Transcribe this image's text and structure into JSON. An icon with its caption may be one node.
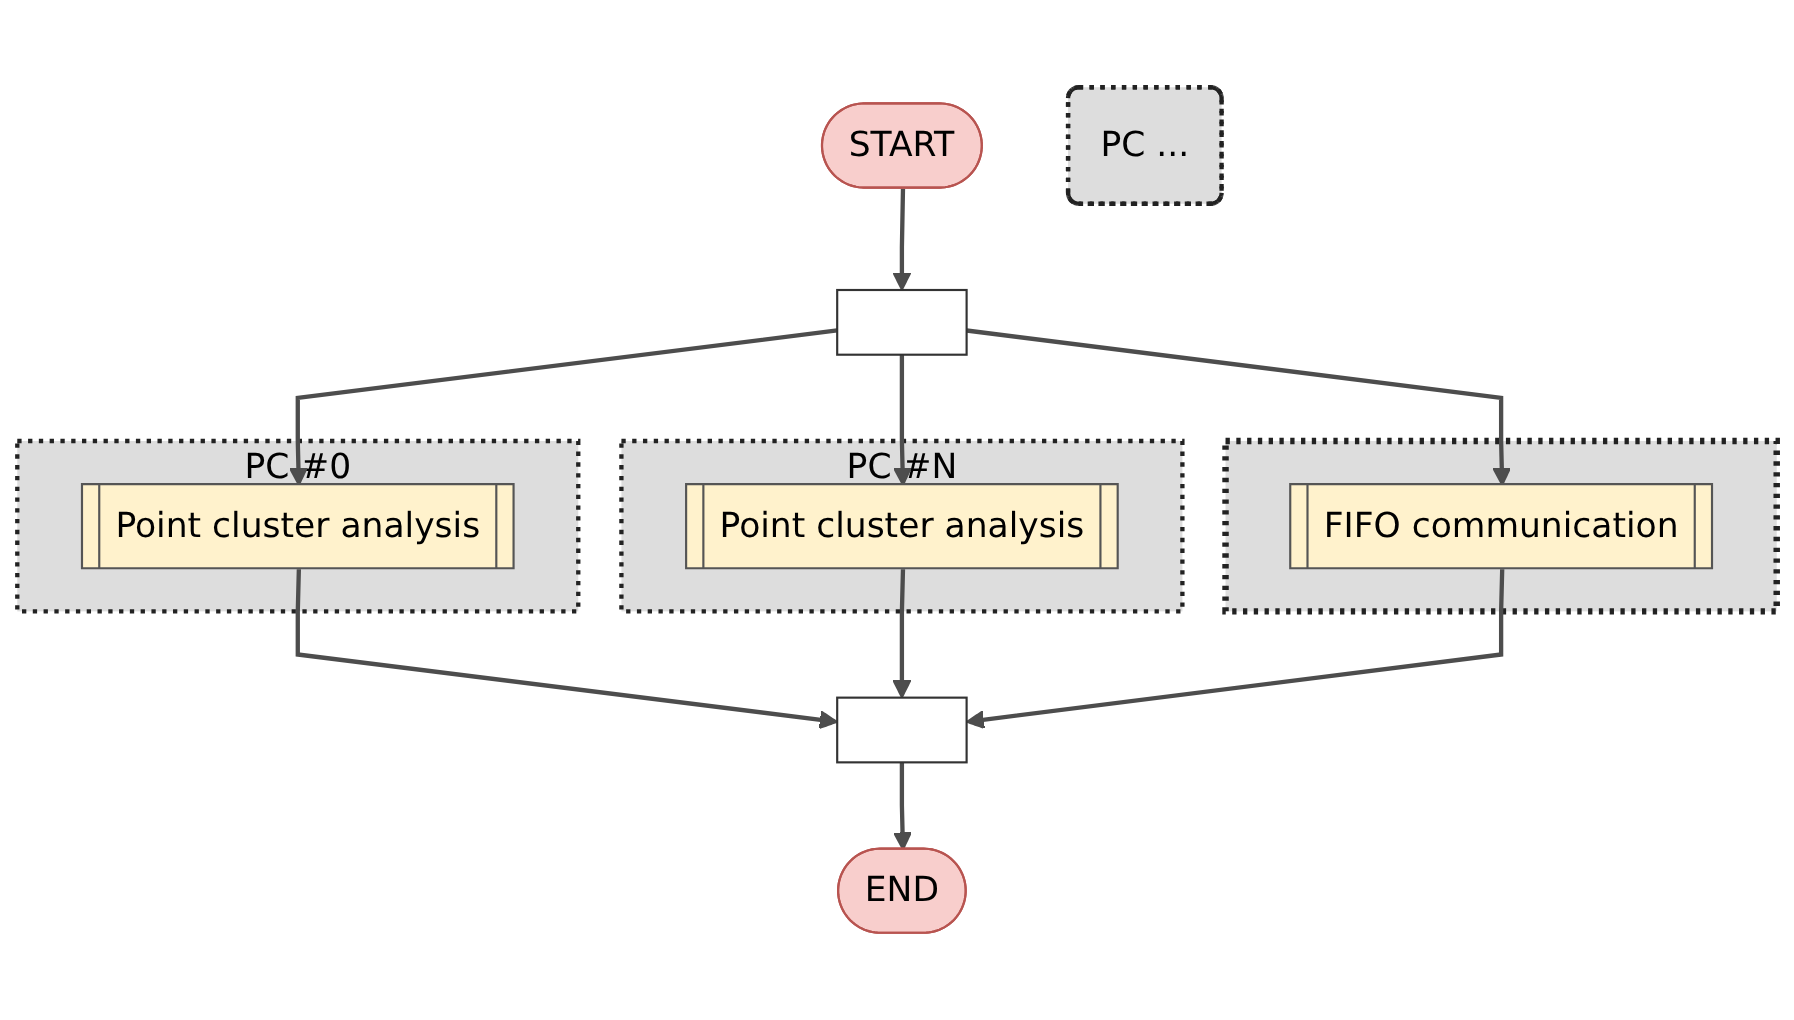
{
  "diagram": {
    "nodes": [
      {
        "text": [
          "START"
        ]
      },
      {
        "text": [],
        "shape": "bar"
      },
      {
        "text": [
          "PC #0"
        ]
      },
      {
        "text": [
          "Point cluster analysis"
        ],
        "in": 2
      },
      {
        "text": [
          "PC ..."
        ]
      },
      {
        "text": [
          "PC #N"
        ]
      },
      {
        "text": [
          "Point cluster analysis"
        ],
        "in": 5
      },
      {
        "text": [],
        "shape": "box"
      },
      {
        "text": [
          "FIFO communication"
        ],
        "in": 7
      },
      {
        "text": [],
        "shape": "bar"
      },
      {
        "text": [
          "END"
        ]
      }
    ],
    "edges": [
      {
        "from": 0,
        "to": 1,
        "arrow": "to"
      },
      {
        "from": 1,
        "to": 3,
        "arrow": "to"
      },
      {
        "from": 1,
        "to": 6,
        "arrow": "to"
      },
      {
        "from": 1,
        "to": 8,
        "arrow": "to"
      },
      {
        "from": 3,
        "to": 9,
        "arrow": "to"
      },
      {
        "from": 6,
        "to": 9,
        "arrow": "to"
      },
      {
        "from": 8,
        "to": 9,
        "arrow": "to"
      },
      {
        "from": 9,
        "to": 10,
        "arrow": "to"
      }
    ]
  }
}
